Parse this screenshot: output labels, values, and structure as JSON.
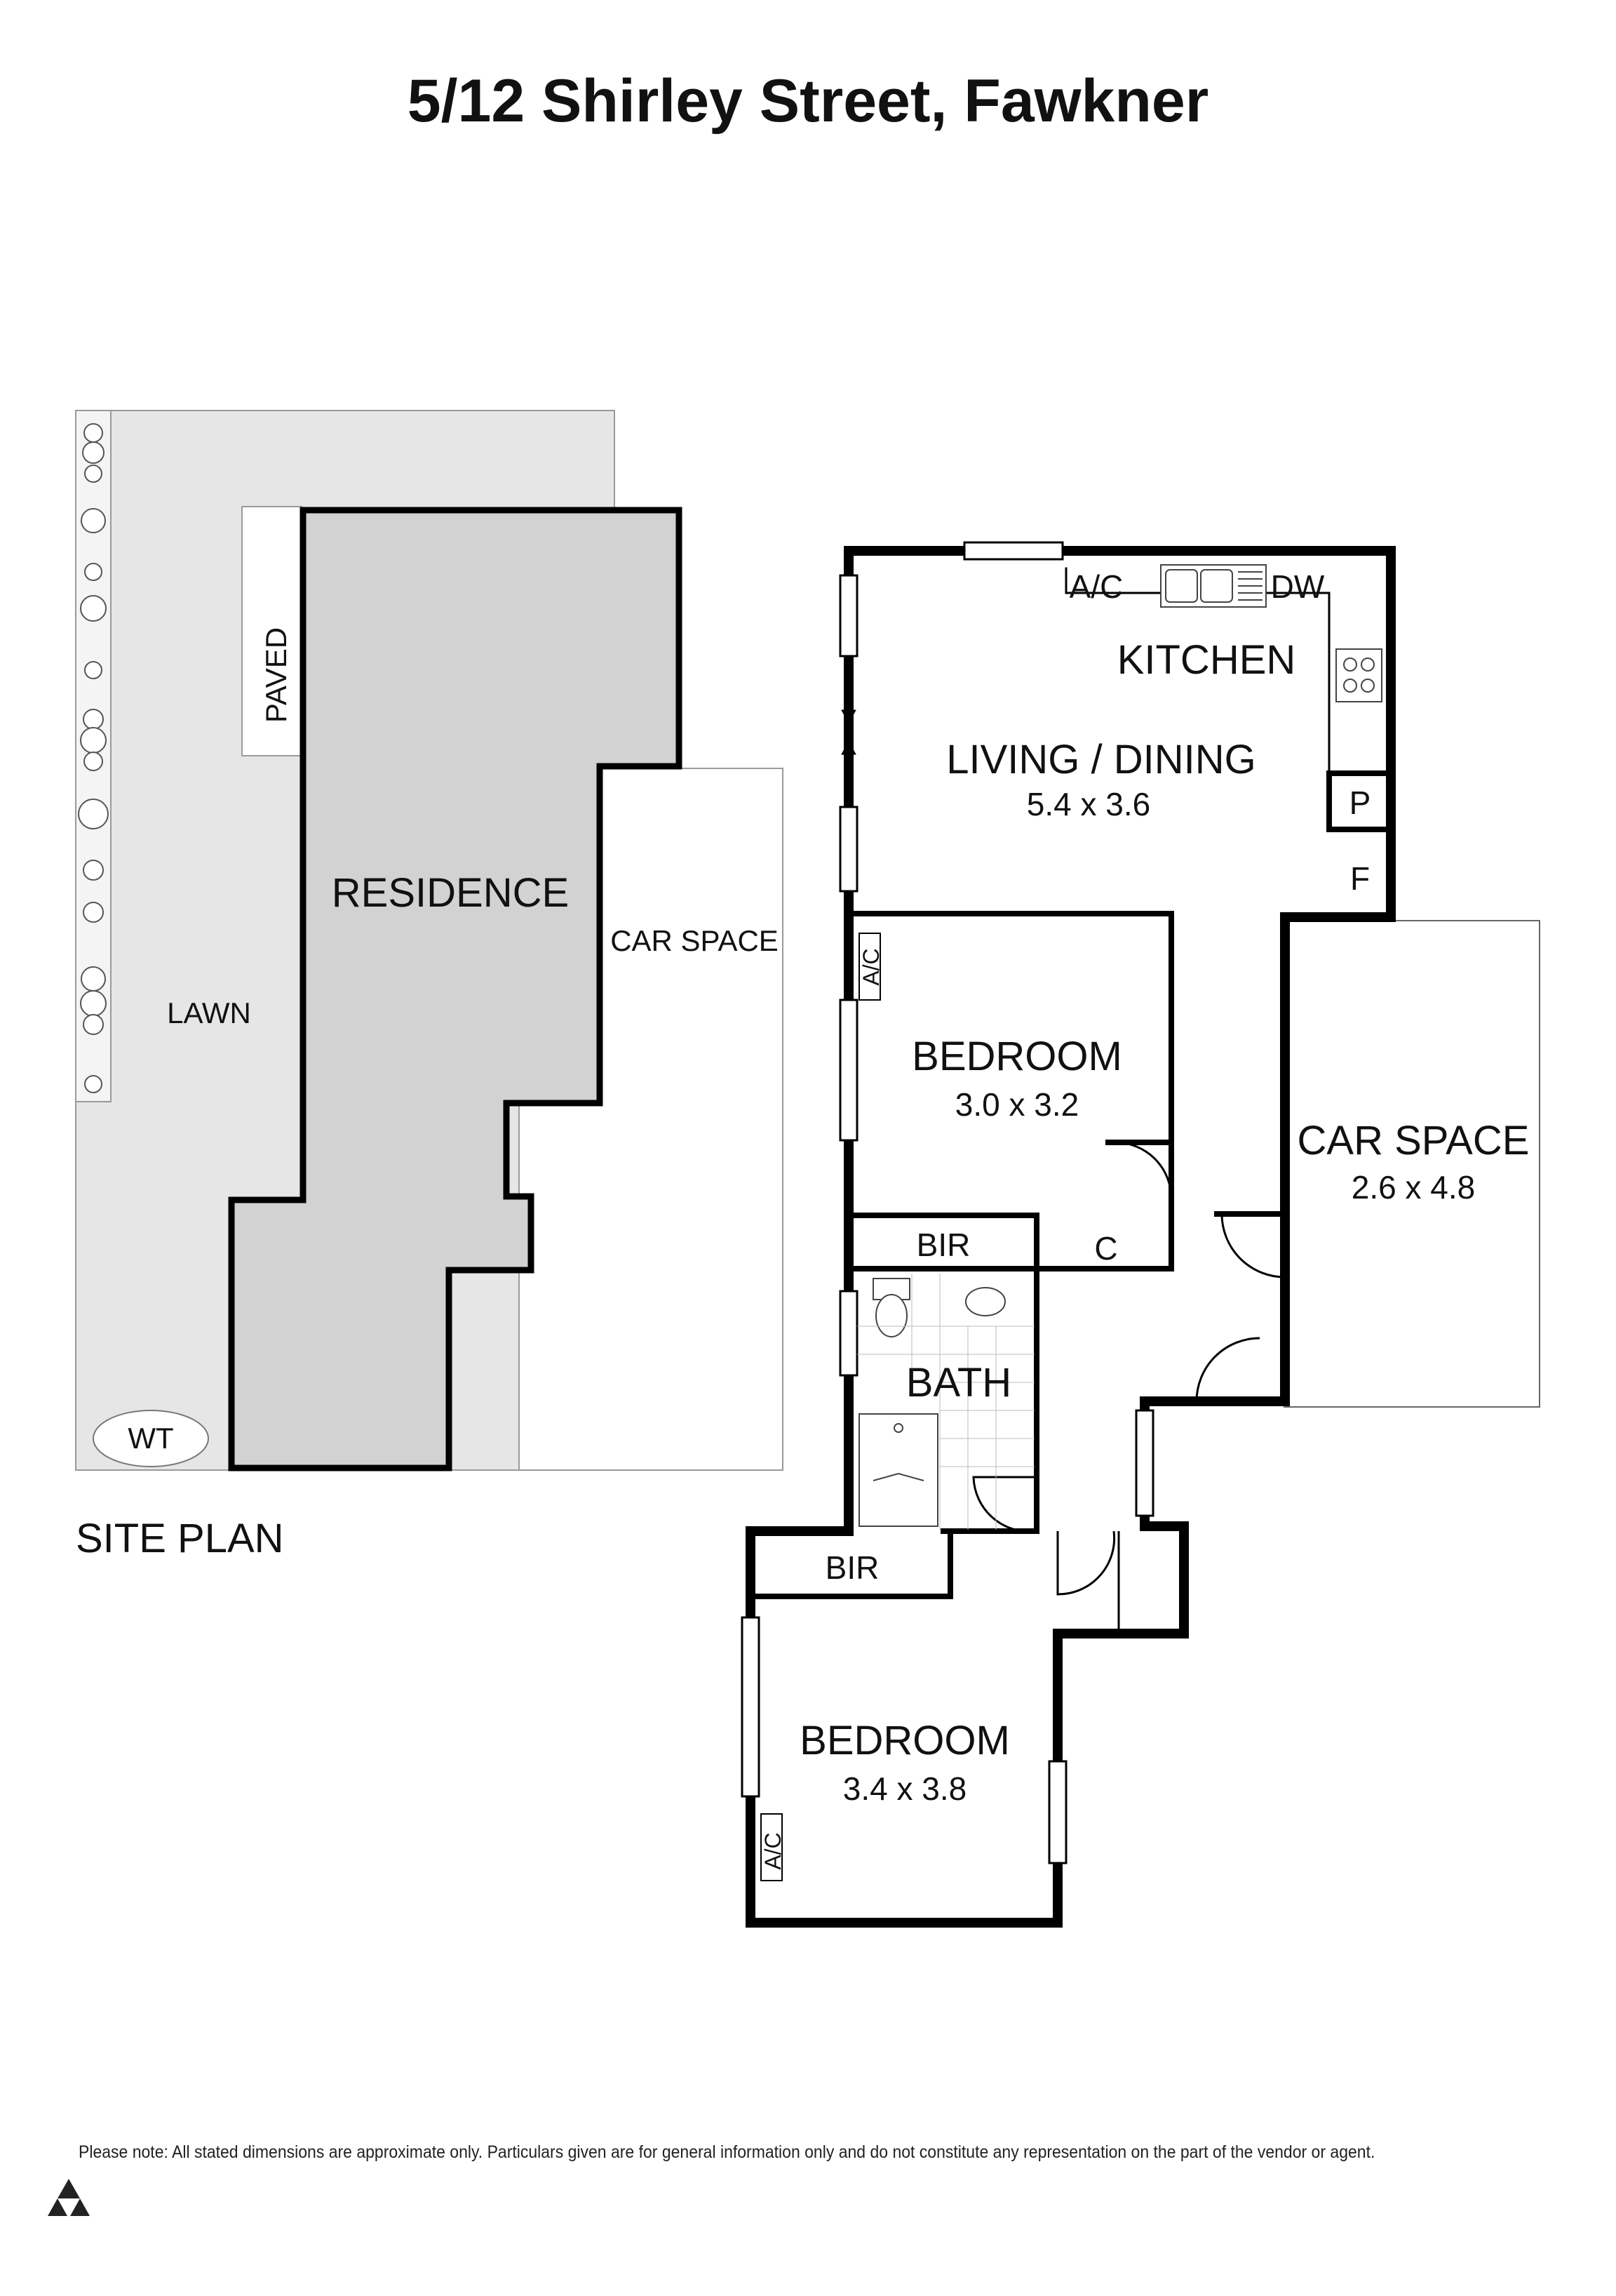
{
  "title": "5/12 Shirley Street, Fawkner",
  "site_plan": {
    "caption": "SITE PLAN",
    "labels": {
      "paved": "PAVED",
      "residence": "RESIDENCE",
      "car_space": "CAR SPACE",
      "lawn": "LAWN",
      "wt": "WT"
    },
    "colors": {
      "lawn": "#e6e6e6",
      "residence": "#d2d2d2",
      "paved": "#ffffff"
    }
  },
  "floor_plan": {
    "kitchen": {
      "name": "KITCHEN"
    },
    "living_dining": {
      "name": "LIVING / DINING",
      "size": "5.4 x 3.6"
    },
    "bedroom1": {
      "name": "BEDROOM",
      "size": "3.0 x 3.2"
    },
    "car_space": {
      "name": "CAR SPACE",
      "size": "2.6 x 4.8"
    },
    "bath": {
      "name": "BATH"
    },
    "bedroom2": {
      "name": "BEDROOM",
      "size": "3.4 x 3.8"
    },
    "fixtures": {
      "ac": "A/C",
      "dw": "DW",
      "pantry": "P",
      "fridge": "F",
      "bir": "BIR",
      "cupboard": "C"
    }
  },
  "disclaimer": "Please note: All stated dimensions are approximate only. Particulars given are for general information only and do not constitute any representation on the part of the vendor or agent.",
  "logo": {
    "icon": "triangle-logo-icon"
  }
}
